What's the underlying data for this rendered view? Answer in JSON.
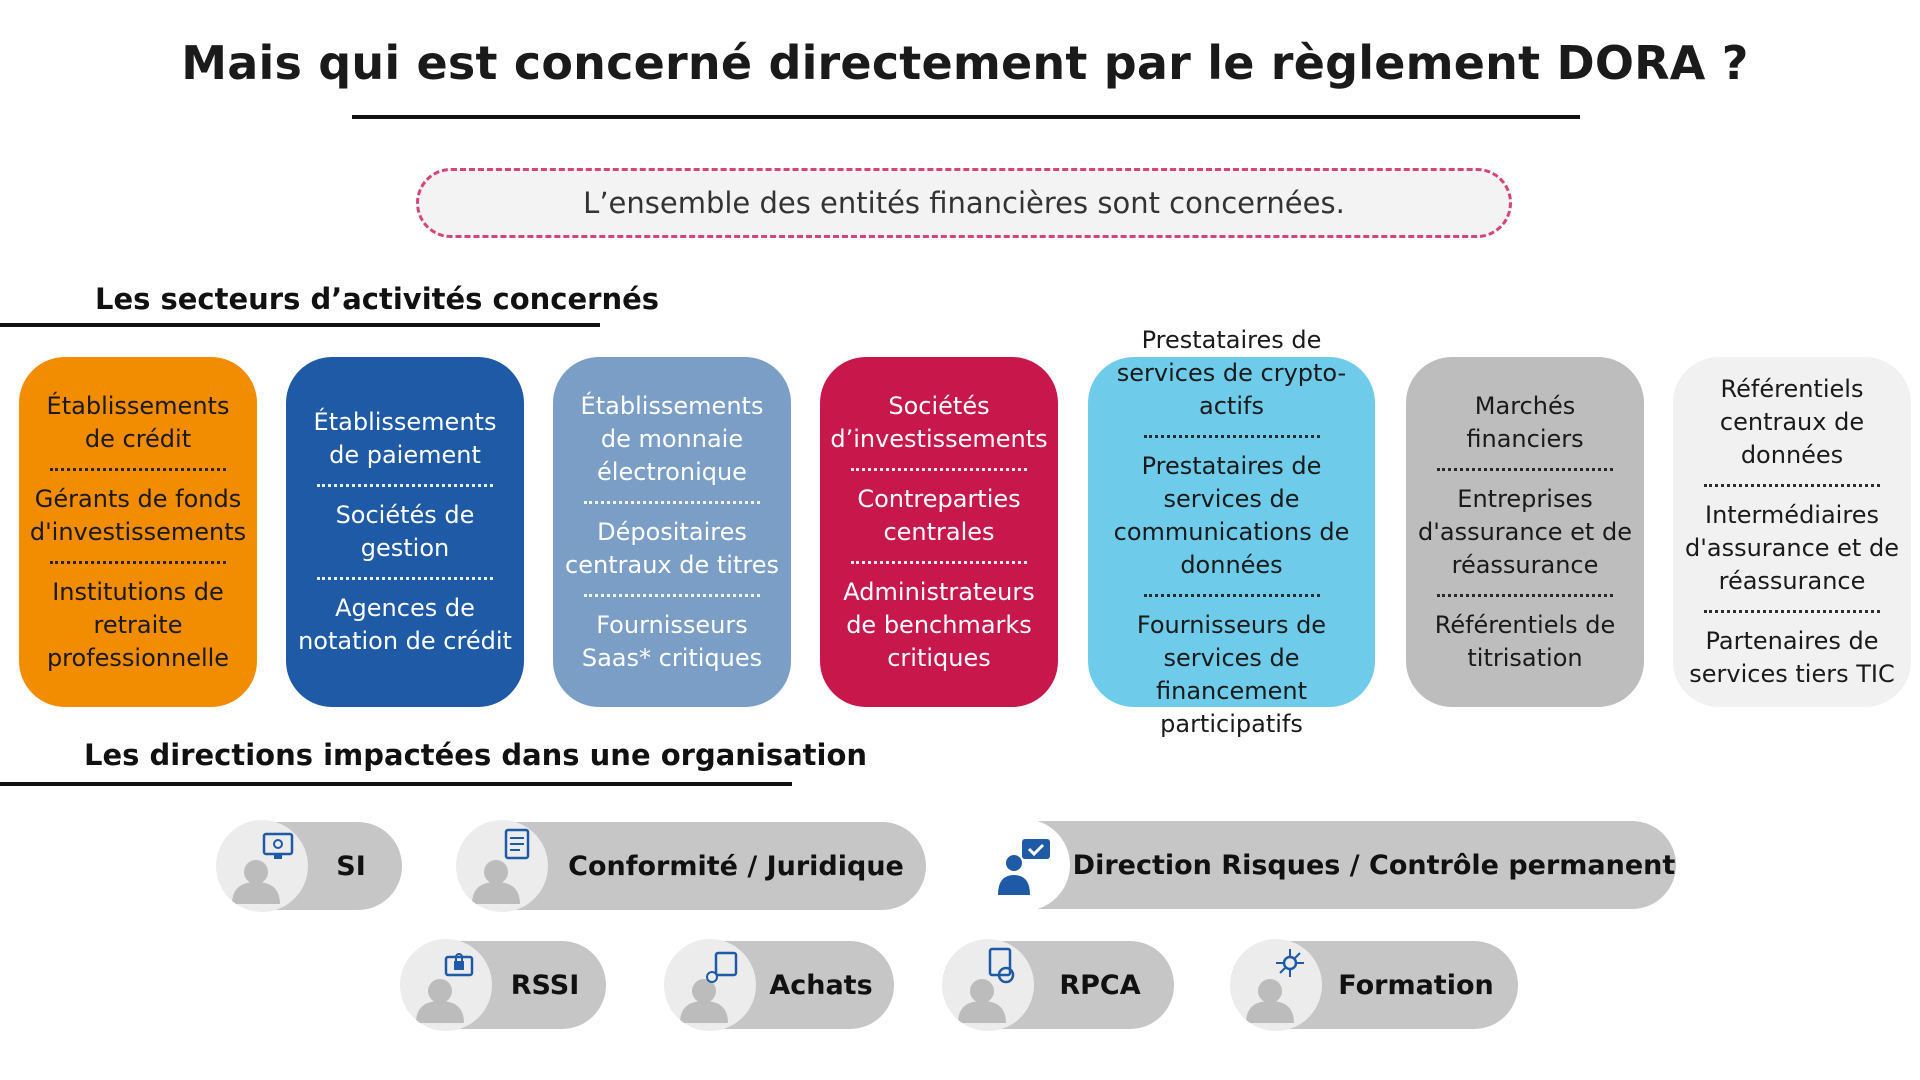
{
  "title": "Mais qui est concerné directement par le règlement DORA ?",
  "note": "L’ensemble des entités financières sont concernées.",
  "sectors": {
    "heading": "Les secteurs d’activités concernés",
    "cards": [
      {
        "color": "#f28c00",
        "text_color": "#1a1a1a",
        "items": [
          "Établissements de crédit",
          "Gérants de fonds d'investissements",
          "Institutions de retraite professionnelle"
        ]
      },
      {
        "color": "#1f5aa6",
        "text_color": "#ffffff",
        "items": [
          "Établissements de paiement",
          "Sociétés de gestion",
          "Agences de notation de crédit"
        ]
      },
      {
        "color": "#7b9ec7",
        "text_color": "#ffffff",
        "items": [
          "Établissements de monnaie électronique",
          "Dépositaires centraux de titres",
          "Fournisseurs Saas* critiques"
        ]
      },
      {
        "color": "#c8174b",
        "text_color": "#ffffff",
        "items": [
          "Sociétés d’investissements",
          "Contreparties centrales",
          "Administrateurs de benchmarks critiques"
        ]
      },
      {
        "color": "#6ecbea",
        "text_color": "#1a1a1a",
        "items": [
          "Prestataires de services de crypto-actifs",
          "Prestataires de services de communications de données",
          "Fournisseurs de services de financement participatifs"
        ]
      },
      {
        "color": "#bdbdbd",
        "text_color": "#1a1a1a",
        "items": [
          "Marchés financiers",
          "Entreprises d'assurance et de réassurance",
          "Référentiels de titrisation"
        ]
      },
      {
        "color": "#f1f1f1",
        "text_color": "#1a1a1a",
        "items": [
          "Référentiels centraux de données",
          "Intermédiaires d'assurance et de réassurance",
          "Partenaires de services tiers TIC"
        ]
      }
    ]
  },
  "directions": {
    "heading": "Les directions impactées dans une organisation",
    "items": [
      {
        "label": "SI",
        "icon": "monitor-gear-icon"
      },
      {
        "label": "Conformité / Juridique",
        "icon": "checklist-icon"
      },
      {
        "label": "Direction Risques / Contrôle permanent",
        "icon": "person-check-icon"
      },
      {
        "label": "RSSI",
        "icon": "laptop-lock-icon"
      },
      {
        "label": "Achats",
        "icon": "cart-gear-icon"
      },
      {
        "label": "RPCA",
        "icon": "document-gear-icon"
      },
      {
        "label": "Formation",
        "icon": "network-icon"
      }
    ]
  }
}
